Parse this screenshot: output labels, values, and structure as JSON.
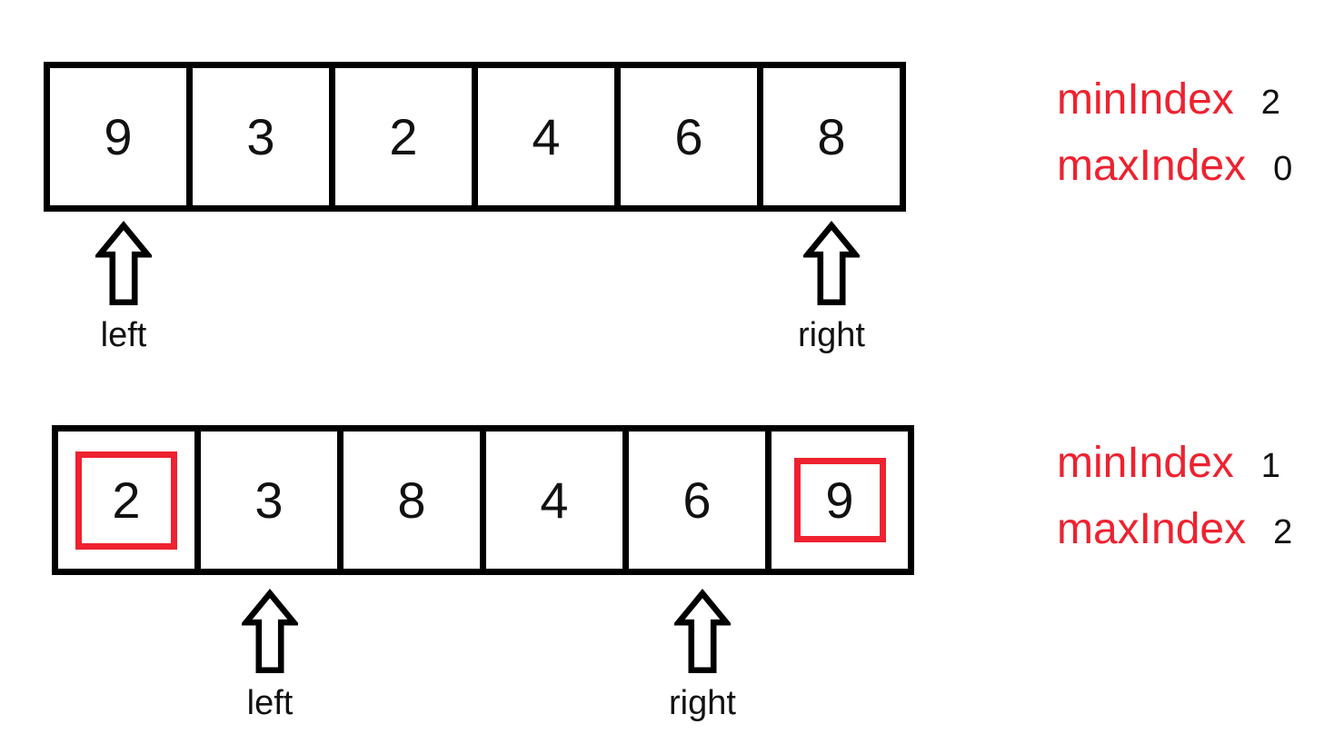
{
  "colors": {
    "red": "#ee2230",
    "black": "#111111",
    "background": "#ffffff"
  },
  "steps": [
    {
      "name": "step-1",
      "cells": [
        {
          "value": "9",
          "highlighted": false
        },
        {
          "value": "3",
          "highlighted": false
        },
        {
          "value": "2",
          "highlighted": false
        },
        {
          "value": "4",
          "highlighted": false
        },
        {
          "value": "6",
          "highlighted": false
        },
        {
          "value": "8",
          "highlighted": false
        }
      ],
      "pointers": [
        {
          "label": "left",
          "cell_index": 0
        },
        {
          "label": "right",
          "cell_index": 5
        }
      ],
      "stats": [
        {
          "label": "minIndex",
          "value": "2"
        },
        {
          "label": "maxIndex",
          "value": "0"
        }
      ]
    },
    {
      "name": "step-2",
      "cells": [
        {
          "value": "2",
          "highlighted": true
        },
        {
          "value": "3",
          "highlighted": false
        },
        {
          "value": "8",
          "highlighted": false
        },
        {
          "value": "4",
          "highlighted": false
        },
        {
          "value": "6",
          "highlighted": false
        },
        {
          "value": "9",
          "highlighted": true
        }
      ],
      "pointers": [
        {
          "label": "left",
          "cell_index": 1
        },
        {
          "label": "right",
          "cell_index": 4
        }
      ],
      "stats": [
        {
          "label": "minIndex",
          "value": "1"
        },
        {
          "label": "maxIndex",
          "value": "2"
        }
      ]
    }
  ]
}
